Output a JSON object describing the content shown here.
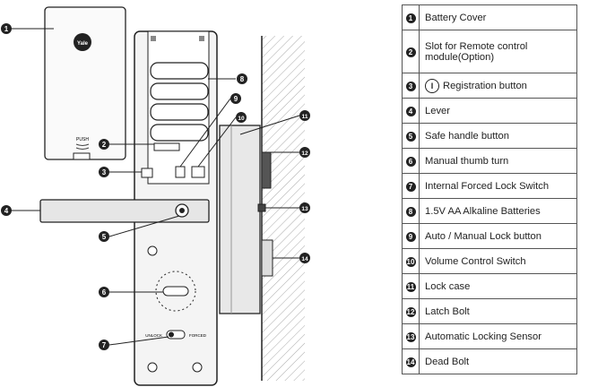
{
  "diagram": {
    "callouts": [
      "1",
      "2",
      "3",
      "4",
      "5",
      "6",
      "7",
      "8",
      "9",
      "10",
      "11",
      "12",
      "13",
      "14"
    ],
    "cover_logo": "Yale",
    "cover_push_text": "PUSH",
    "switch_left_label": "UNLOCK",
    "switch_right_label": "FORCED"
  },
  "legend": {
    "rows": [
      {
        "num": "1",
        "text": "Battery Cover",
        "h": 28
      },
      {
        "num": "2",
        "text": "Slot for Remote control module(Option)",
        "h": 48
      },
      {
        "num": "3",
        "text": "Registration button",
        "icon": "I",
        "h": 28
      },
      {
        "num": "4",
        "text": "Lever",
        "h": 28
      },
      {
        "num": "5",
        "text": "Safe handle button",
        "h": 28
      },
      {
        "num": "6",
        "text": "Manual thumb turn",
        "h": 28
      },
      {
        "num": "7",
        "text": "Internal Forced Lock Switch",
        "h": 28
      },
      {
        "num": "8",
        "text": "1.5V AA Alkaline Batteries",
        "h": 28
      },
      {
        "num": "9",
        "text": "Auto / Manual Lock button",
        "h": 28
      },
      {
        "num": "10",
        "text": "Volume Control Switch",
        "h": 28
      },
      {
        "num": "11",
        "text": "Lock case",
        "h": 28
      },
      {
        "num": "12",
        "text": "Latch Bolt",
        "h": 28
      },
      {
        "num": "13",
        "text": "Automatic Locking Sensor",
        "h": 28
      },
      {
        "num": "14",
        "text": "Dead Bolt",
        "h": 28
      }
    ]
  }
}
